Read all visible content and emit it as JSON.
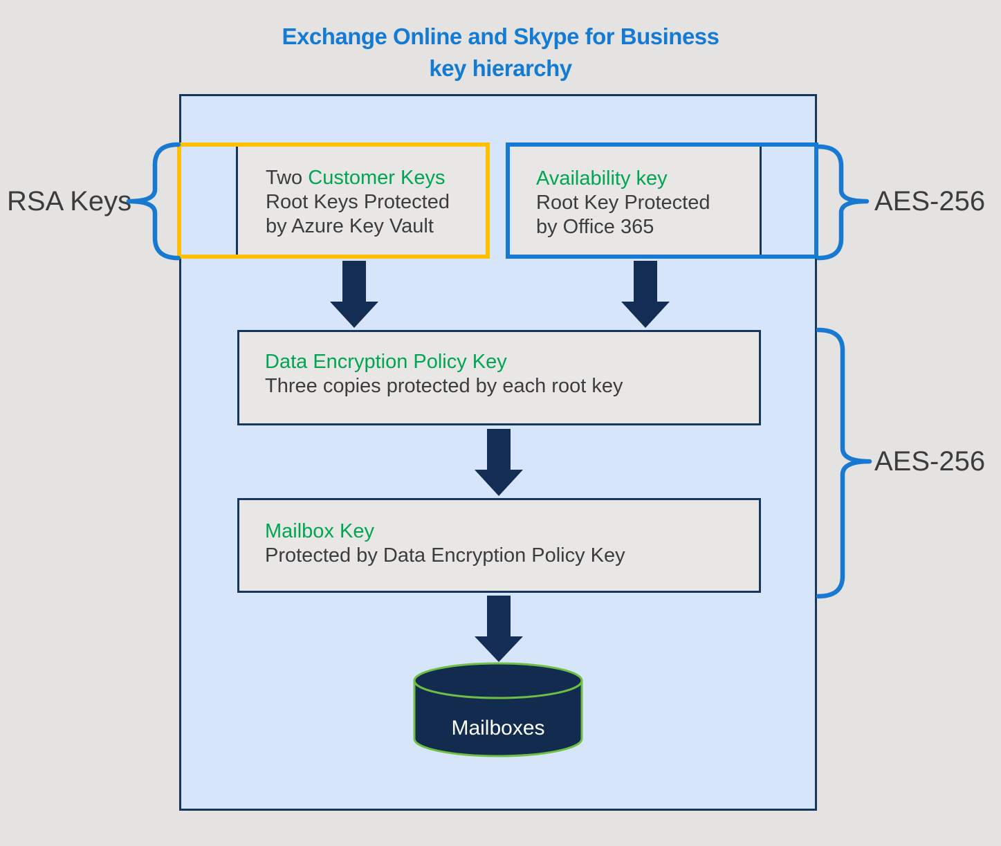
{
  "title": {
    "line1": "Exchange Online and Skype for Business",
    "line2": "key hierarchy"
  },
  "side_labels": {
    "rsa": "RSA Keys",
    "aes_top": "AES-256",
    "aes_bottom": "AES-256"
  },
  "boxes": {
    "customer": {
      "heading_prefix": "Two ",
      "heading": "Customer Keys",
      "line2": "Root Keys Protected",
      "line3": "by Azure Key Vault"
    },
    "availability": {
      "heading": "Availability key",
      "line2": "Root Key Protected",
      "line3": "by Office 365"
    },
    "data_encryption_policy": {
      "heading": "Data Encryption Policy Key",
      "line2": "Three copies protected by each root key"
    },
    "mailbox_key": {
      "heading": "Mailbox Key",
      "line2": "Protected by Data Encryption Policy Key"
    }
  },
  "database": {
    "label": "Mailboxes"
  },
  "colors": {
    "page_bg": "#e4e3e2",
    "container_fill": "#d7e5fb",
    "box_fill": "#e8e7e6",
    "navy": "#17365d",
    "arrow_navy": "#132d55",
    "cylinder_fill": "#122b4e",
    "cylinder_green": "#6fbf44",
    "accent_blue": "#1779d2",
    "accent_orange": "#fec000",
    "green": "#00a551",
    "title_blue": "#137bd4",
    "text_dark": "#3c3c3c",
    "white": "#ffffff"
  }
}
